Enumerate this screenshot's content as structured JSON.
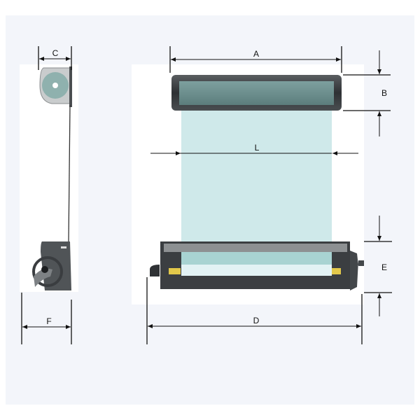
{
  "diagram": {
    "dimension_labels": {
      "width_cassette": "A",
      "height_cassette": "B",
      "depth_top_bracket": "C",
      "overall_width": "D",
      "height_bottom_frame": "E",
      "depth_bottom_unit": "F",
      "fabric_width": "L"
    },
    "colors": {
      "background": "#f3f5fa",
      "frame_dark": "#3b3e41",
      "fabric": "#cfe9ea",
      "roller_tint": "#9fc6c4",
      "accent_yellow": "#e2c84a"
    }
  }
}
